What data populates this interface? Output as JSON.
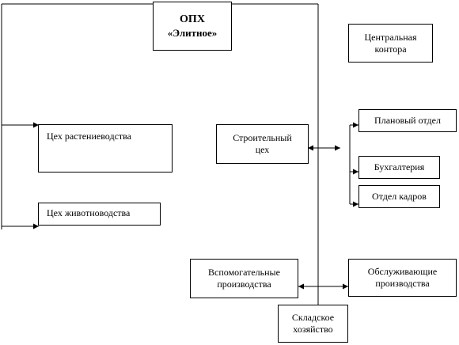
{
  "diagram": {
    "root": {
      "line1": "ОПХ",
      "line2": "«Элитное»"
    },
    "central_office": {
      "line1": "Центральная",
      "line2": "контора"
    },
    "plant_shop": {
      "label": "Цех растениеводства"
    },
    "animal_shop": {
      "label": "Цех животноводства"
    },
    "construction_shop": {
      "line1": "Строительный",
      "line2": "цех"
    },
    "planning_dept": {
      "label": "Плановый отдел"
    },
    "accounting": {
      "label": "Бухгалтерия"
    },
    "hr_dept": {
      "label": "Отдел кадров"
    },
    "auxiliary": {
      "line1": "Вспомогательные",
      "line2": "производства"
    },
    "service": {
      "line1": "Обслуживающие",
      "line2": "производства"
    },
    "warehouse": {
      "line1": "Складское",
      "line2": "хозяйство"
    }
  },
  "colors": {
    "line": "#000000",
    "box_border": "#000000",
    "background": "#ffffff"
  }
}
